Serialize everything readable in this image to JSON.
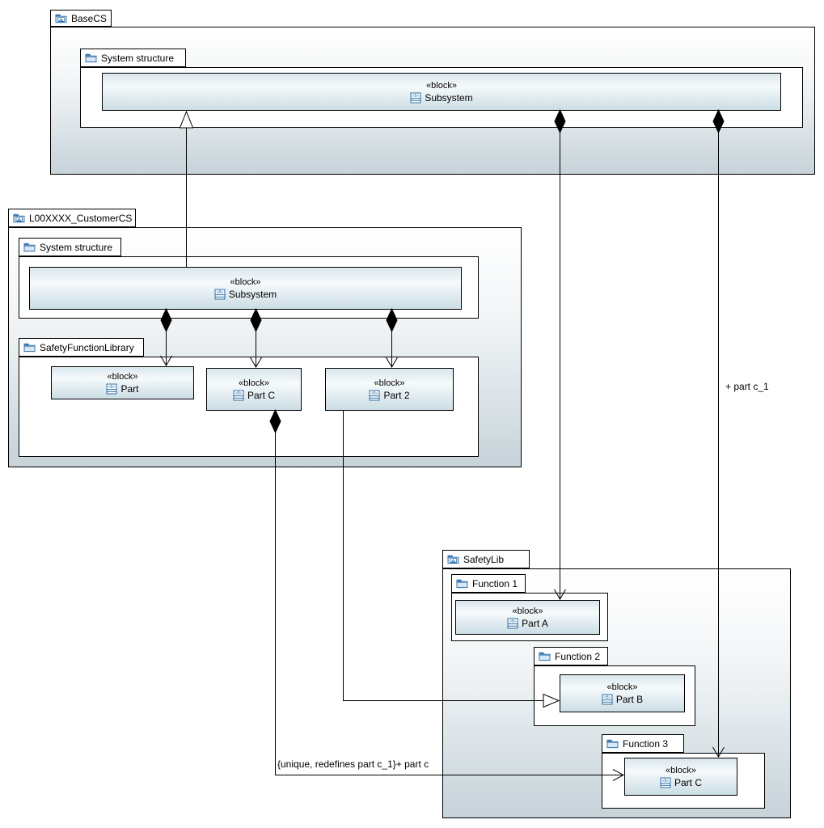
{
  "diagram": {
    "packages": {
      "base_cs": "BaseCS",
      "base_system_structure": "System structure",
      "customer_cs": "L00XXXX_CustomerCS",
      "customer_system_structure": "System structure",
      "safety_function_library": "SafetyFunctionLibrary",
      "safety_lib": "SafetyLib",
      "function_1": "Function 1",
      "function_2": "Function 2",
      "function_3": "Function 3"
    },
    "blocks": {
      "base_subsystem": {
        "stereotype": "«block»",
        "name": "Subsystem"
      },
      "customer_subsystem": {
        "stereotype": "«block»",
        "name": "Subsystem"
      },
      "part": {
        "stereotype": "«block»",
        "name": "Part"
      },
      "part_c_lib": {
        "stereotype": "«block»",
        "name": "Part C"
      },
      "part_2": {
        "stereotype": "«block»",
        "name": "Part 2"
      },
      "part_a": {
        "stereotype": "«block»",
        "name": "Part A"
      },
      "part_b": {
        "stereotype": "«block»",
        "name": "Part B"
      },
      "part_c_fn3": {
        "stereotype": "«block»",
        "name": "Part C"
      }
    },
    "connector_labels": {
      "part_c_1": "+ part c_1",
      "redefines_part_c": "{unique, redefines part c_1}+ part c"
    },
    "icons": {
      "package_diagram": "package-diagram-icon",
      "folder": "folder-icon",
      "block": "block-icon"
    },
    "colors": {
      "icon_blue": "#2e6da4",
      "package_gradient_bottom": "#c6d3d9",
      "block_gradient_top": "#d9e6ed",
      "block_gradient_bottom": "#cbdde5",
      "line": "#000000"
    }
  }
}
